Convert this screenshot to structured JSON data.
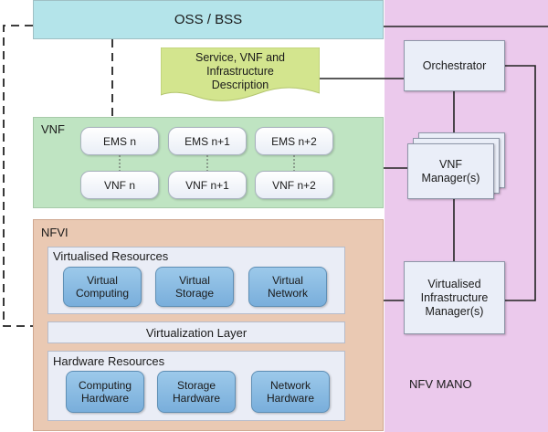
{
  "oss_bss": "OSS / BSS",
  "description": [
    "Service, VNF and",
    "Infrastructure",
    "Description"
  ],
  "vnf": {
    "title": "VNF",
    "ems": [
      "EMS n",
      "EMS n+1",
      "EMS n+2"
    ],
    "vnfs": [
      "VNF n",
      "VNF n+1",
      "VNF n+2"
    ]
  },
  "nfvi": {
    "title": "NFVI",
    "virtualised_resources": {
      "title": "Virtualised Resources",
      "items": [
        [
          "Virtual",
          "Computing"
        ],
        [
          "Virtual",
          "Storage"
        ],
        [
          "Virtual",
          "Network"
        ]
      ]
    },
    "virtualization_layer": "Virtualization Layer",
    "hardware_resources": {
      "title": "Hardware Resources",
      "items": [
        [
          "Computing",
          "Hardware"
        ],
        [
          "Storage",
          "Hardware"
        ],
        [
          "Network",
          "Hardware"
        ]
      ]
    }
  },
  "mano": {
    "label": "NFV MANO",
    "orchestrator": "Orchestrator",
    "vnf_manager": [
      "VNF",
      "Manager(s)"
    ],
    "vim": [
      "Virtualised",
      "Infrastructure",
      "Manager(s)"
    ]
  },
  "colors": {
    "oss": "#b4e4ea",
    "vnf_area": "#bfe4c2",
    "nfvi_area": "#eac9b3",
    "mano_area": "#ebc9ec",
    "description": "#d3e58e",
    "resource": "#8dbde6"
  }
}
